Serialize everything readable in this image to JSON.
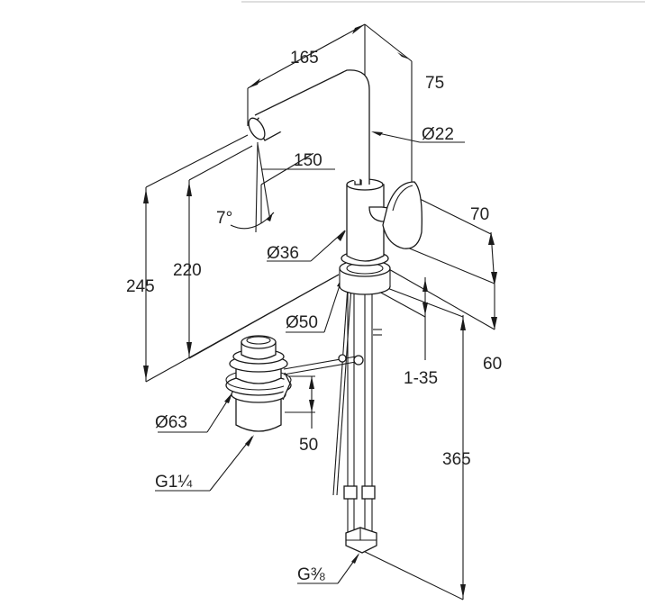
{
  "drawing": {
    "dimensions": {
      "spout_reach": "165",
      "spout_offset": "75",
      "spout_diameter": "Ø22",
      "spout_to_lever": "150",
      "spout_angle": "7°",
      "body_diameter": "Ø36",
      "lever_depth": "70",
      "outlet_height": "220",
      "total_height": "245",
      "flange_diameter": "Ø50",
      "flange_height": "60",
      "deck_thickness": "1-35",
      "waste_diameter": "Ø63",
      "waste_height": "50",
      "hose_length": "365",
      "waste_thread": "G1¼",
      "supply_thread": "G⅜"
    }
  }
}
